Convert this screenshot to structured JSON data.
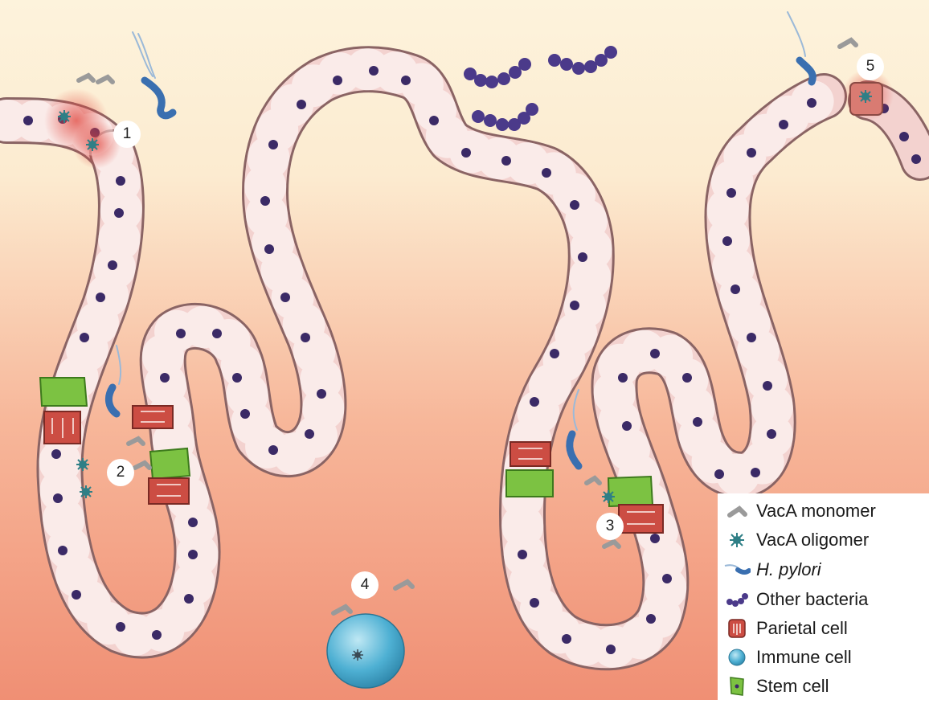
{
  "callouts": [
    "1",
    "2",
    "3",
    "4",
    "5"
  ],
  "legend": {
    "items": [
      {
        "label": "VacA monomer",
        "icon": "vaca-monomer-icon",
        "italic": false
      },
      {
        "label": "VacA oligomer",
        "icon": "vaca-oligomer-icon",
        "italic": false
      },
      {
        "label": "H. pylori",
        "icon": "h-pylori-icon",
        "italic": true
      },
      {
        "label": "Other bacteria",
        "icon": "other-bacteria-icon",
        "italic": false
      },
      {
        "label": "Parietal cell",
        "icon": "parietal-cell-icon",
        "italic": false
      },
      {
        "label": "Immune cell",
        "icon": "immune-cell-icon",
        "italic": false
      },
      {
        "label": "Stem cell",
        "icon": "stem-cell-icon",
        "italic": false
      }
    ]
  },
  "colors": {
    "background_top": "#fdf2d9",
    "background_bottom": "#f2967c",
    "epithelial_cell": "#f3d2cf",
    "cell_outline": "#8a6464",
    "nucleus": "#3b2a66",
    "damaged_cell": "#d9837c",
    "parietal_cell": "#cc4d43",
    "stem_cell": "#7cc242",
    "immune_cell": "#56b6d6",
    "h_pylori": "#3a6fb0",
    "vaca_monomer": "#9a9a9a",
    "vaca_oligomer": "#2f7f86",
    "other_bacteria": "#4b3a8a"
  }
}
